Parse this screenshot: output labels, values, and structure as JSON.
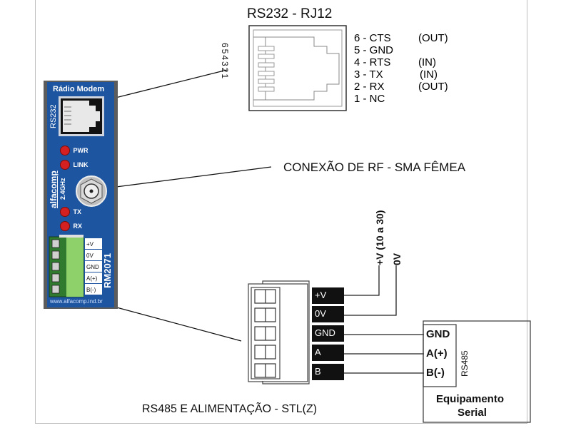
{
  "rj12": {
    "title": "RS232 - RJ12",
    "pin_numbers": "654321",
    "pins": [
      {
        "label": "6 - CTS",
        "dir": "(OUT)"
      },
      {
        "label": "5 - GND",
        "dir": ""
      },
      {
        "label": "4 - RTS",
        "dir": "(IN)"
      },
      {
        "label": "3 - TX",
        "dir": "(IN)"
      },
      {
        "label": "2 - RX",
        "dir": "(OUT)"
      },
      {
        "label": "1 - NC",
        "dir": ""
      }
    ]
  },
  "device": {
    "title": "Rádio Modem",
    "rs232_label": "RS232",
    "brand": "alfacomp",
    "band": "2.4GHz",
    "model": "RM2071",
    "website": "www.alfacomp.ind.br",
    "leds": [
      {
        "label": "PWR",
        "color": "#d42020"
      },
      {
        "label": "LINK",
        "color": "#d42020"
      },
      {
        "label": "TX",
        "color": "#d42020"
      },
      {
        "label": "RX",
        "color": "#d42020"
      }
    ],
    "terminals": [
      "+V",
      "0V",
      "GND",
      "A(+)",
      "B(-)"
    ],
    "body_color": "#1d55a0",
    "terminal_color": "#5fb64a"
  },
  "rf": {
    "label": "CONEXÃO DE RF - SMA FÊMEA"
  },
  "power": {
    "vplus": "+V (10 a 30)",
    "zero": "0V"
  },
  "connector": {
    "pins": [
      "+V",
      "0V",
      "GND",
      "A",
      "B"
    ],
    "caption": "RS485 E ALIMENTAÇÃO - STL(Z)"
  },
  "equipment": {
    "pins": [
      "GND",
      "A(+)",
      "B(-)"
    ],
    "bus_label": "RS485",
    "name_line1": "Equipamento",
    "name_line2": "Serial"
  }
}
